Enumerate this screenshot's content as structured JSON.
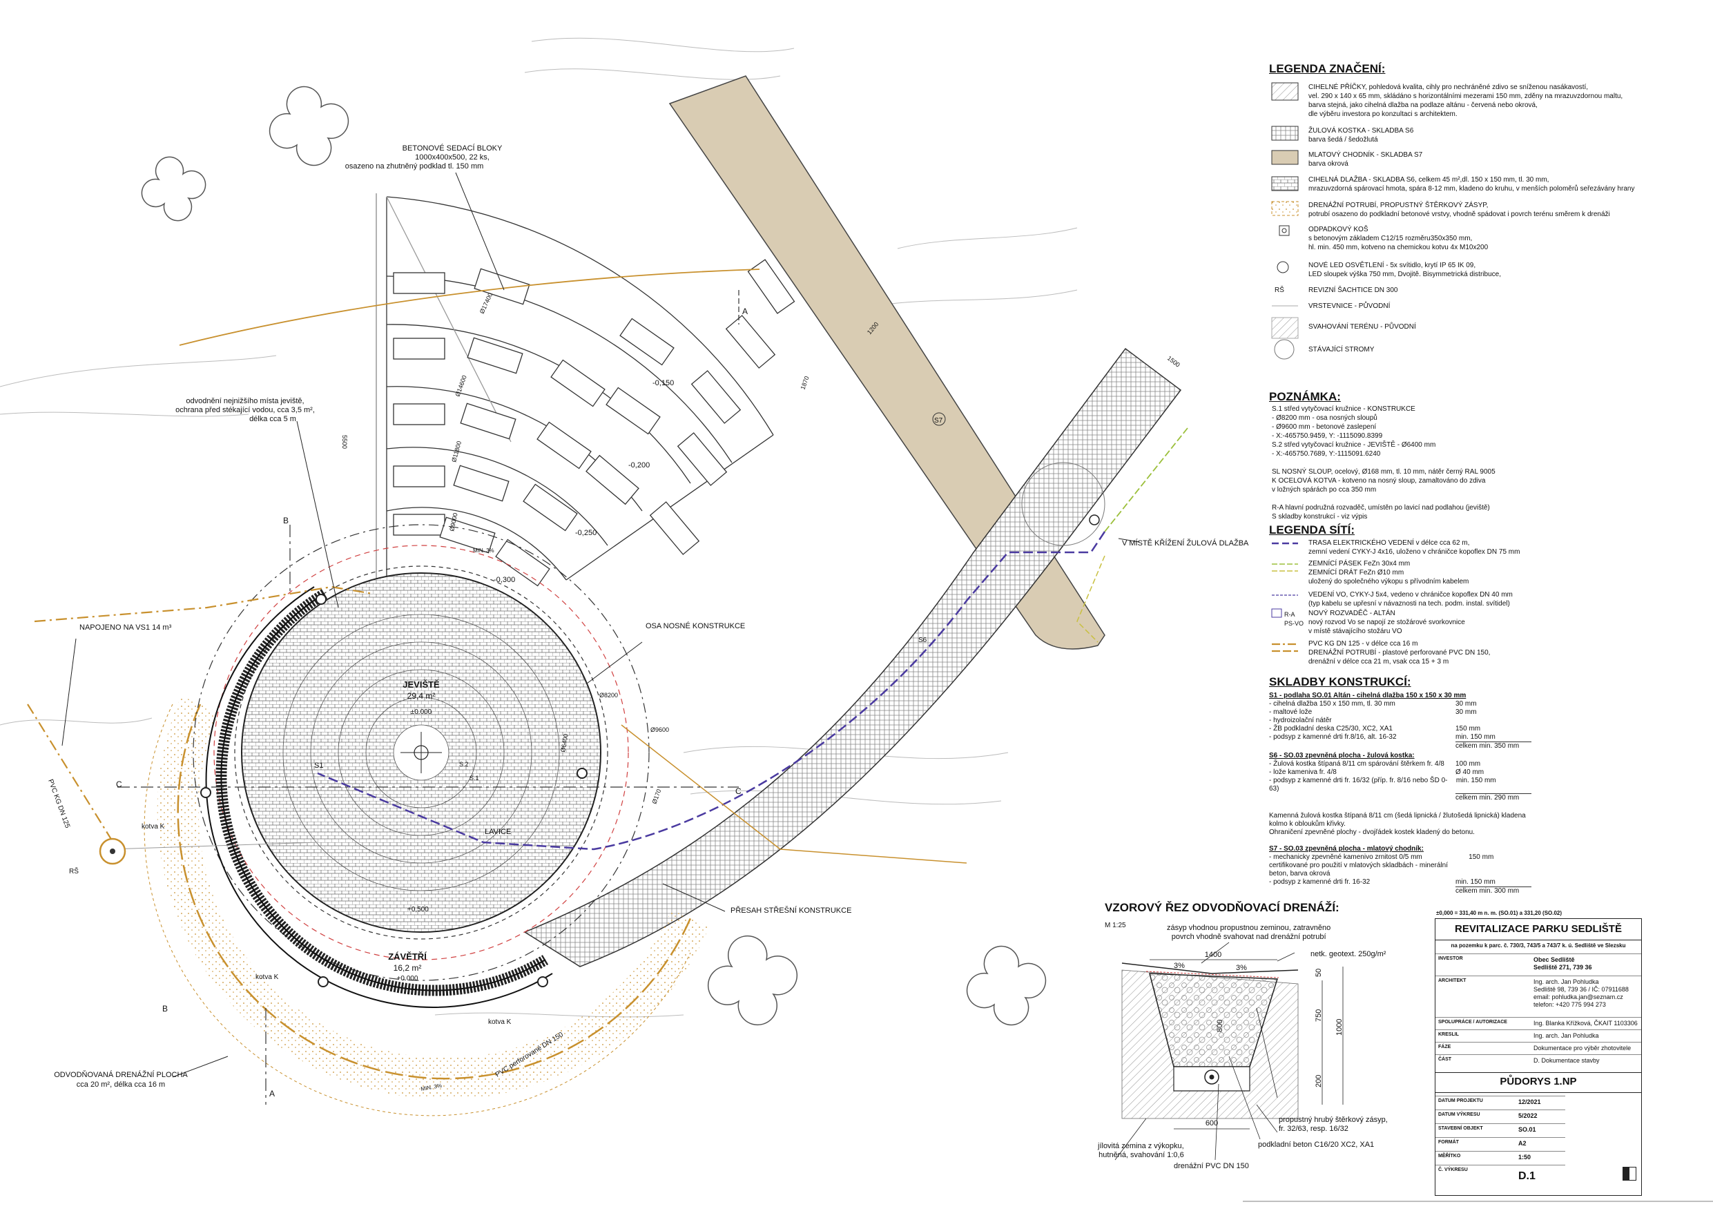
{
  "plan": {
    "jeviste": {
      "title": "JEVIŠTĚ",
      "area": "29,4 m²",
      "level": "±0.000"
    },
    "zavetri": {
      "title": "ZÁVĚTŘÍ",
      "area": "16,2 m²",
      "level": "+0.000"
    },
    "labels": {
      "lavice": "LAVICE",
      "s1": "S1",
      "s2": "S.2",
      "s1pt": "S.1",
      "s6": "S6",
      "s7": "S7",
      "osa": "OSA NOSNÉ KONSTRUKCE",
      "presah": "PŘESAH STŘEŠNÍ KONSTRUKCE",
      "krizeni": "V MÍSTĚ KŘÍŽENÍ ŽULOVÁ DLAŽBA",
      "napojeno": "NAPOJENO NA VS1 14 m³",
      "pvc_kg": "PVC KG DN 125",
      "pvc_perf": "PVC perforované DN 150",
      "odvod_plocha_1": "ODVODŇOVANÁ DRENÁŽNÍ PLOCHA",
      "odvod_plocha_2": "cca 20 m², délka cca 16 m",
      "bloky_1": "BETONOVÉ SEDACÍ BLOKY",
      "bloky_2": "1000x400x500, 22 ks,",
      "bloky_3": "osazeno na zhutněný podklad tl. 150 mm",
      "odvod_1": "odvodnění nejnižšího místa jeviště,",
      "odvod_2": "ochrana před stékající vodou, cca 3,5 m²,",
      "odvod_3": "délka cca 5 m",
      "kotva1": "kotva K",
      "kotva2": "kotva K",
      "kotva3": "kotva K",
      "rs": "RŠ",
      "lvl1": "-0,150",
      "lvl2": "-0,200",
      "lvl3": "-0,250",
      "lvl4": "-0,300",
      "lvl5": "+0,500",
      "min1": "MIN. 3%",
      "min2": "MIN. 3%",
      "dim1": "1200",
      "dim2": "1870",
      "dim3": "1500",
      "dim4": "5500",
      "r1": "Ø17400",
      "r2": "Ø14600",
      "r3": "Ø11800",
      "r4": "Ø9000",
      "r5": "Ø9600",
      "r6": "Ø8200",
      "r7": "Ø6400",
      "r8": "Ø170",
      "a_top": "A",
      "a_bot": "A",
      "b_top": "B",
      "b_bot": "B",
      "c_left": "C",
      "c_right": "C"
    }
  },
  "legend": {
    "title": "LEGENDA ZNAČENÍ:",
    "items": [
      {
        "text": "CIHELNÉ PŘÍČKY, pohledová kvalita, cihly pro nechráněné zdivo se sníženou nasákavostí,\nvel. 290 x 140 x 65 mm, skládáno s horizontálními mezerami 150 mm, zděny na mrazuvzdornou maltu,\nbarva stejná, jako cihelná dlažba na podlaze altánu - červená nebo okrová,\ndle výběru investora po konzultaci s architektem."
      },
      {
        "text": "ŽULOVÁ KOSTKA - SKLADBA S6\nbarva šedá / šedožlutá"
      },
      {
        "text": "MLATOVÝ CHODNÍK - SKLADBA S7\nbarva okrová"
      },
      {
        "text": "CIHELNÁ DLAŽBA - SKLADBA S6, celkem 45 m²,dl. 150 x 150 mm, tl. 30 mm,\nmrazuvzdorná spárovací hmota, spára 8-12 mm, kladeno do kruhu, v menších poloměrů seřezávány hrany"
      },
      {
        "text": "DRENÁŽNÍ POTRUBÍ, PROPUSTNÝ ŠTĚRKOVÝ ZÁSYP,\npotrubí osazeno do podkladní betonové vrstvy, vhodně spádovat i povrch terénu směrem k drenáži"
      },
      {
        "text": "ODPADKOVÝ KOŠ\ns betonovým základem C12/15 rozměru350x350 mm,\nhl. min. 450 mm, kotveno na chemickou kotvu 4x M10x200"
      },
      {
        "text": "NOVÉ LED OSVĚTLENÍ - 5x svítidlo, krytí IP 65 IK 09,\nLED sloupek výška 750 mm, Dvojitě. Bisymmetrická distribuce,"
      },
      {
        "text": "REVIZNÍ ŠACHTICE DN 300"
      },
      {
        "text": "VRSTEVNICE - PŮVODNÍ"
      },
      {
        "text": "SVAHOVÁNÍ TERÉNU - PŮVODNÍ"
      },
      {
        "text": "STÁVAJÍCÍ STROMY"
      }
    ],
    "rs_symbol": "RŠ"
  },
  "poznamka": {
    "title": "POZNÁMKA:",
    "text": "S.1     střed vytyčovací kružnice - KONSTRUKCE\n          - Ø8200 mm   - osa nosných sloupů\n          - Ø9600 mm   - betonové zaslepení\n          - X:-465750.9459, Y: -1115090.8399\nS.2     střed vytyčovací kružnice - JEVIŠTĚ - Ø6400 mm\n          - X:-465750.7689, Y:-1115091.6240\n\nSL      NOSNÝ SLOUP, ocelový, Ø168 mm, tl. 10 mm, nátěr černý RAL 9005\nK        OCELOVÁ KOTVA - kotveno na nosný sloup, zamaltováno do zdiva\n          v ložných spárách po cca 350 mm\n\nR-A    hlavní podružná rozvaděč, umístěn po lavicí nad podlahou (jeviště)\nS        skladby konstrukcí - viz výpis"
  },
  "site": {
    "title": "LEGENDA SÍTÍ:",
    "items": [
      {
        "text": "TRASA ELEKTRICKÉHO VEDENÍ v délce cca 62 m,\nzemní vedení CYKY-J 4x16, uloženo v chráničce kopoflex DN 75 mm"
      },
      {
        "text": "ZEMNÍCÍ PÁSEK FeZn 30x4 mm\nZEMNÍCÍ DRÁT FeZn Ø10 mm\nuložený do společného výkopu s přívodním kabelem"
      },
      {
        "text": "VEDENÍ VO, CYKY-J 5x4, vedeno v chráničce kopoflex DN 40 mm\n(typ kabelu se upřesní v návaznosti na tech. podm. instal. svítidel)"
      },
      {
        "text": "NOVÝ ROZVADĚČ - ALTÁN\nnový rozvod Vo se napojí ze stožárové svorkovnice\nv místě stávajícího stožáru VO"
      },
      {
        "text": "PVC KG DN 125 - v délce cca 16 m\nDRENÁŽNÍ POTRUBÍ - plastové perforované PVC DN 150,\ndrenážní v délce cca 21 m, vsak cca 15 + 3 m"
      }
    ],
    "ra_label": "R-A\nPS-VO"
  },
  "skladby": {
    "title": "SKLADBY KONSTRUKCÍ:",
    "s1_title": "S1 - podlaha SO.01 Altán - cihelná dlažba 150 x 150 x 30 mm",
    "s1_rows": [
      [
        "-     cihelná dlažba 150 x 150 mm, tl. 30 mm",
        "30 mm"
      ],
      [
        "-     maltové lože",
        "30 mm"
      ],
      [
        "-     hydroizolační nátěr",
        ""
      ],
      [
        "-     ŽB podkladní deska C25/30, XC2, XA1",
        "150 mm"
      ],
      [
        "-     podsyp z kamenné drti fr.8/16, alt. 16-32",
        "min. 150 mm"
      ],
      [
        "",
        "celkem min. 350 mm"
      ]
    ],
    "s6_title": "S6 - SO.03 zpevněná plocha - žulová kostka:",
    "s6_rows": [
      [
        "-     Žulová kostka štípaná 8/11 cm spárování štěrkem fr. 4/8",
        "100 mm"
      ],
      [
        "-     lože kameniva fr. 4/8",
        "Ø 40 mm"
      ],
      [
        "-     podsyp z kamenné drti fr. 16/32 (příp. fr. 8/16 nebo ŠD 0-63)",
        "min. 150 mm"
      ],
      [
        "",
        "celkem min. 290 mm"
      ]
    ],
    "s6_note": "Kamenná žulová kostka štípaná 8/11 cm (šedá lipnická / žlutošedá lipnická) kladena kolmo k obloukům křivky.\nOhraničení zpevněné plochy - dvojřádek kostek kladený do betonu.",
    "s7_title": "S7 - SO.03 zpevněná plocha - mlatový chodník:",
    "s7_rows": [
      [
        "-     mechanicky zpevněné kamenivo zrnitost 0/5 mm\ncertifikované pro použití v mlatových skladbách - minerální beton, barva okrová",
        "150 mm"
      ],
      [
        "-     podsyp z kamenné drti fr. 16-32",
        "min. 150 mm"
      ],
      [
        "",
        "celkem min. 300 mm"
      ]
    ]
  },
  "section": {
    "title": "VZOROVÝ ŘEZ ODVODŇOVACÍ DRENÁŽÍ:",
    "scale": "M 1:25",
    "label1": "zásyp vhodnou propustnou zeminou, zatravněno\npovrch vhodně svahovat nad drenážní potrubí",
    "label2": "netk. geotext. 250g/m²",
    "label3": "propustný hrubý štěrkový zásyp,\nfr. 32/63, resp. 16/32",
    "label4": "podkladní beton C16/20 XC2, XA1",
    "label5": "jílovitá zemina z výkopku,\nhutněná, svahování 1:0,6",
    "label6": "drenážní PVC DN 150",
    "dim1400": "1400",
    "dim600": "600",
    "dim1000": "1000",
    "dim750": "750",
    "dim800": "800",
    "dim200": "200",
    "dim50": "50",
    "slope1": "3%",
    "slope2": "3%"
  },
  "titleblock": {
    "datum_line": "±0,000 = 331,40 m n. m. (SO.01) a 331,20 (SO.02)",
    "project": "REVITALIZACE PARKU SEDLIŠTĚ",
    "subline": "na pozemku k parc. č. 730/3, 743/5 a 743/7 k. ú. Sedliště ve Slezsku",
    "rows": [
      {
        "label": "INVESTOR",
        "value": "Obec Sedliště\nSedliště 271, 739 36"
      },
      {
        "label": "ARCHITEKT",
        "value": "Ing. arch. Jan Pohludka\nSedliště 98, 739 36 / IČ: 07911688\nemail: pohludka.jan@seznam.cz\ntelefon: +420 775 994 273"
      },
      {
        "label": "SPOLUPRÁCE / AUTORIZACE",
        "value": "Ing. Blanka Křížková, ČKAIT 1103306"
      },
      {
        "label": "KRESLIL",
        "value": "Ing. arch. Jan Pohludka"
      },
      {
        "label": "FÁZE",
        "value": "Dokumentace pro výběr zhotovitele"
      },
      {
        "label": "ČÁST",
        "value": "D. Dokumentace stavby"
      }
    ],
    "drawing": "PŮDORYS 1.NP",
    "meta": [
      {
        "label": "DATUM PROJEKTU",
        "value": "12/2021"
      },
      {
        "label": "DATUM VÝKRESU",
        "value": "5/2022"
      },
      {
        "label": "STAVEBNÍ OBJEKT",
        "value": "SO.01"
      },
      {
        "label": "FORMÁT",
        "value": "A2"
      },
      {
        "label": "MĚŘÍTKO",
        "value": "1:50"
      },
      {
        "label": "Č. VÝKRESU",
        "value": "D.1"
      }
    ]
  },
  "colors": {
    "drain": "#c8902d",
    "mlat": "#d9ccb3",
    "elec": "#4a3aa0",
    "ground": "#9bbf3a",
    "red": "#d04040"
  }
}
